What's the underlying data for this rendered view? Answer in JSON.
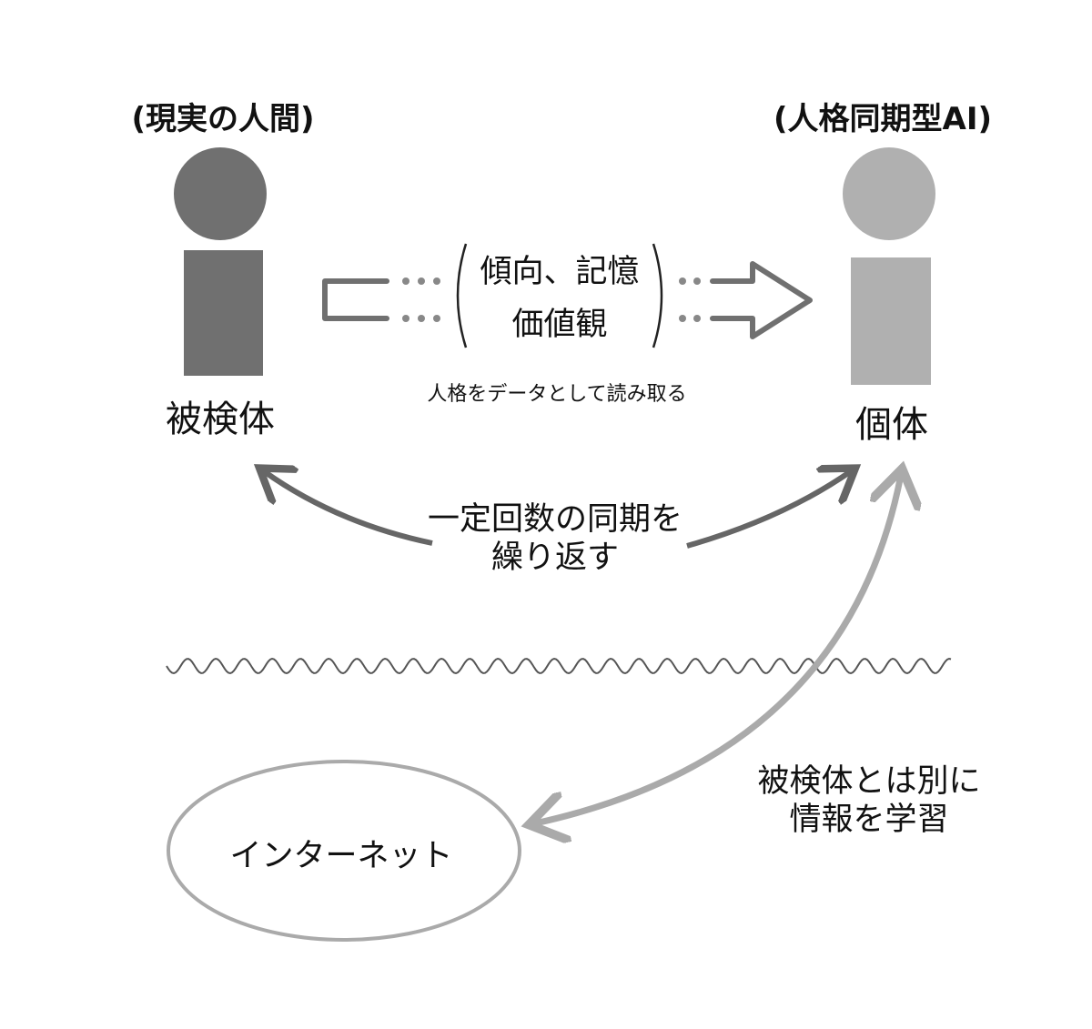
{
  "left": {
    "title": "(現実の人間)",
    "label": "被検体",
    "color": "#707070"
  },
  "right": {
    "title": "(人格同期型AI)",
    "label": "個体",
    "color": "#b0b0b0"
  },
  "transfer": {
    "line1": "傾向、記憶",
    "line2": "価値観",
    "caption": "人格をデータとして読み取る"
  },
  "sync": {
    "line1": "一定回数の同期を",
    "line2": "繰り返す"
  },
  "internet": {
    "label": "インターネット"
  },
  "learn": {
    "line1": "被検体とは別に",
    "line2": "情報を学習"
  }
}
